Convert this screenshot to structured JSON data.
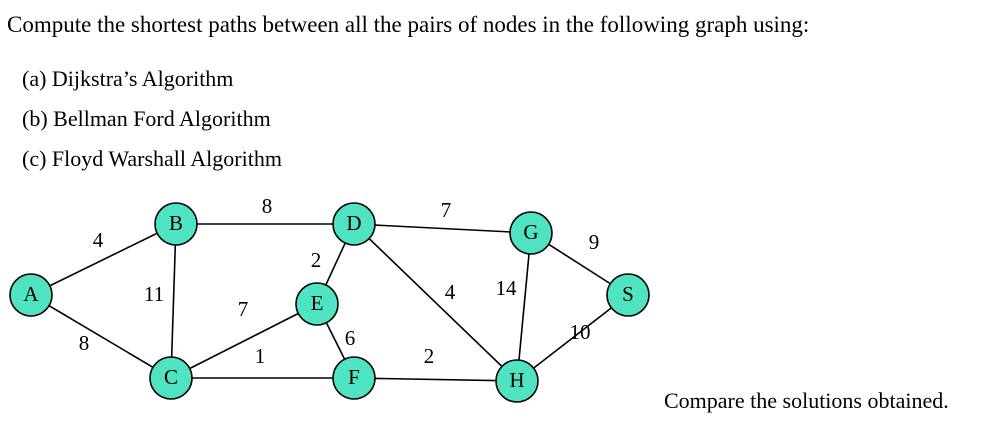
{
  "question": "Compute the shortest paths between all the pairs of nodes in the following graph using:",
  "options": [
    "(a) Dijkstra’s Algorithm",
    "(b) Bellman Ford Algorithm",
    "(c) Floyd Warshall Algorithm"
  ],
  "footer": "Compare the solutions obtained.",
  "colors": {
    "node_fill": "#50e3c2",
    "stroke": "#000000"
  },
  "graph": {
    "nodes": [
      "A",
      "B",
      "C",
      "D",
      "E",
      "F",
      "G",
      "H",
      "S"
    ],
    "edges": [
      {
        "from": "A",
        "to": "B",
        "weight": "4"
      },
      {
        "from": "A",
        "to": "C",
        "weight": "8"
      },
      {
        "from": "B",
        "to": "C",
        "weight": "11"
      },
      {
        "from": "B",
        "to": "D",
        "weight": "8"
      },
      {
        "from": "C",
        "to": "E",
        "weight": "7"
      },
      {
        "from": "C",
        "to": "F",
        "weight": "1"
      },
      {
        "from": "D",
        "to": "E",
        "weight": "2"
      },
      {
        "from": "E",
        "to": "F",
        "weight": "6"
      },
      {
        "from": "D",
        "to": "G",
        "weight": "7"
      },
      {
        "from": "D",
        "to": "H",
        "weight": "4"
      },
      {
        "from": "F",
        "to": "H",
        "weight": "2"
      },
      {
        "from": "G",
        "to": "H",
        "weight": "14"
      },
      {
        "from": "G",
        "to": "S",
        "weight": "9"
      },
      {
        "from": "H",
        "to": "S",
        "weight": "10"
      }
    ]
  }
}
